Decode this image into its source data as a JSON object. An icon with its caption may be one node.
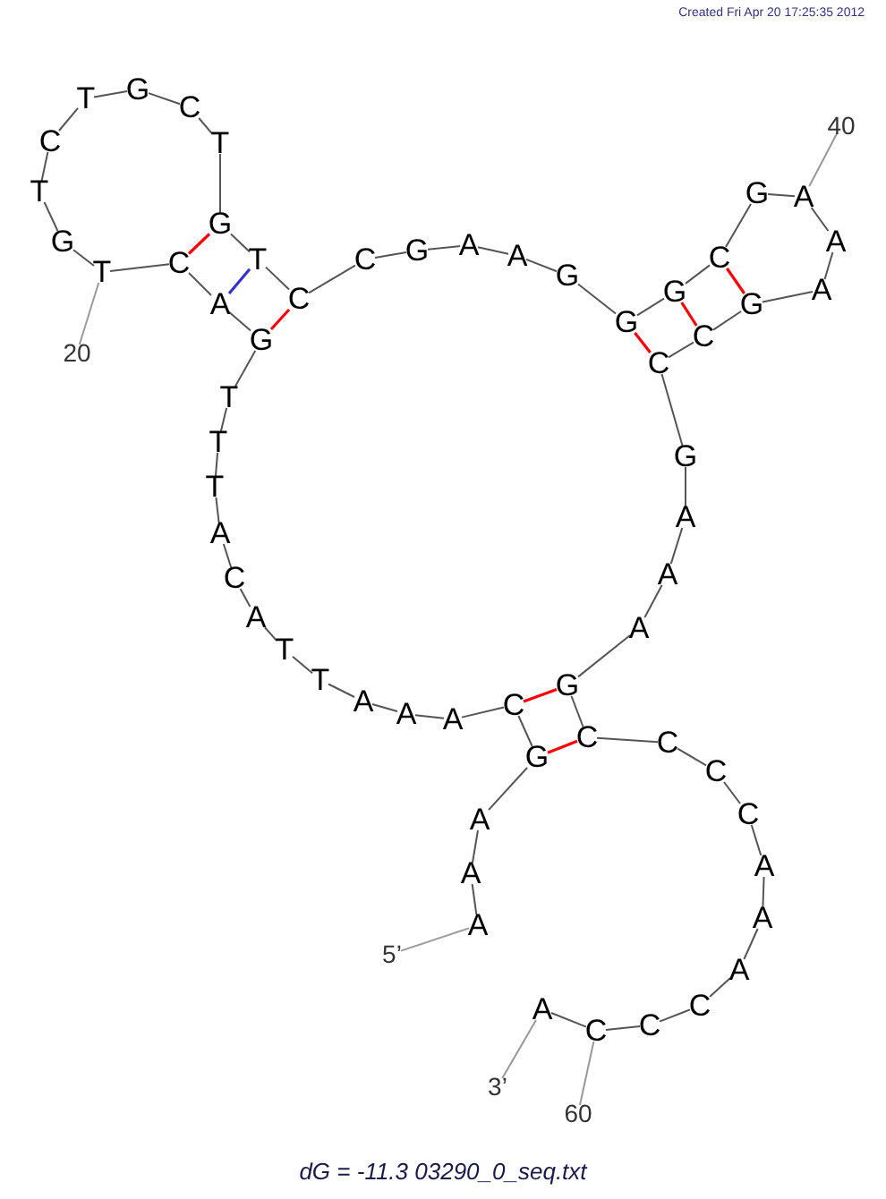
{
  "diagram": {
    "caption": "dG = -11.3 03290_0_seq.txt",
    "nodes": [
      {
        "text": [
          "A"
        ]
      },
      {
        "text": [
          "A"
        ]
      },
      {
        "text": [
          "A"
        ]
      },
      {
        "text": [
          "G"
        ]
      },
      {
        "text": [
          "C"
        ]
      },
      {
        "text": [
          "A"
        ]
      },
      {
        "text": [
          "A"
        ]
      },
      {
        "text": [
          "A"
        ]
      },
      {
        "text": [
          "T"
        ]
      },
      {
        "text": [
          "T"
        ]
      },
      {
        "text": [
          "A"
        ]
      },
      {
        "text": [
          "C"
        ]
      },
      {
        "text": [
          "A"
        ]
      },
      {
        "text": [
          "T"
        ]
      },
      {
        "text": [
          "T"
        ]
      },
      {
        "text": [
          "T"
        ]
      },
      {
        "text": [
          "G"
        ]
      },
      {
        "text": [
          "A"
        ]
      },
      {
        "text": [
          "C"
        ]
      },
      {
        "text": [
          "T"
        ]
      },
      {
        "text": [
          "G"
        ]
      },
      {
        "text": [
          "T"
        ]
      },
      {
        "text": [
          "C"
        ]
      },
      {
        "text": [
          "T"
        ]
      },
      {
        "text": [
          "G"
        ]
      },
      {
        "text": [
          "C"
        ]
      },
      {
        "text": [
          "T"
        ]
      },
      {
        "text": [
          "G"
        ]
      },
      {
        "text": [
          "T"
        ]
      },
      {
        "text": [
          "C"
        ]
      },
      {
        "text": [
          "C"
        ]
      },
      {
        "text": [
          "G"
        ]
      },
      {
        "text": [
          "A"
        ]
      },
      {
        "text": [
          "A"
        ]
      },
      {
        "text": [
          "G"
        ]
      },
      {
        "text": [
          "G"
        ]
      },
      {
        "text": [
          "G"
        ]
      },
      {
        "text": [
          "C"
        ]
      },
      {
        "text": [
          "G"
        ]
      },
      {
        "text": [
          "A"
        ]
      },
      {
        "text": [
          "A"
        ]
      },
      {
        "text": [
          "A"
        ]
      },
      {
        "text": [
          "G"
        ]
      },
      {
        "text": [
          "C"
        ]
      },
      {
        "text": [
          "C"
        ]
      },
      {
        "text": [
          "G"
        ]
      },
      {
        "text": [
          "A"
        ]
      },
      {
        "text": [
          "A"
        ]
      },
      {
        "text": [
          "A"
        ]
      },
      {
        "text": [
          "G"
        ]
      },
      {
        "text": [
          "C"
        ]
      },
      {
        "text": [
          "C"
        ]
      },
      {
        "text": [
          "C"
        ]
      },
      {
        "text": [
          "C"
        ]
      },
      {
        "text": [
          "A"
        ]
      },
      {
        "text": [
          "A"
        ]
      },
      {
        "text": [
          "A"
        ]
      },
      {
        "text": [
          "C"
        ]
      },
      {
        "text": [
          "C"
        ]
      },
      {
        "text": [
          "C"
        ]
      },
      {
        "text": [
          "A"
        ]
      },
      {
        "text": [
          "5’"
        ]
      },
      {
        "text": [
          "20"
        ]
      },
      {
        "text": [
          "40"
        ]
      },
      {
        "text": [
          "60"
        ]
      },
      {
        "text": [
          "3’"
        ]
      }
    ],
    "edges": [
      {
        "from": 0,
        "to": 1,
        "arrow": "none"
      },
      {
        "from": 1,
        "to": 2,
        "arrow": "none"
      },
      {
        "from": 2,
        "to": 3,
        "arrow": "none"
      },
      {
        "from": 3,
        "to": 4,
        "arrow": "none"
      },
      {
        "from": 4,
        "to": 5,
        "arrow": "none"
      },
      {
        "from": 5,
        "to": 6,
        "arrow": "none"
      },
      {
        "from": 6,
        "to": 7,
        "arrow": "none"
      },
      {
        "from": 7,
        "to": 8,
        "arrow": "none"
      },
      {
        "from": 8,
        "to": 9,
        "arrow": "none"
      },
      {
        "from": 9,
        "to": 10,
        "arrow": "none"
      },
      {
        "from": 10,
        "to": 11,
        "arrow": "none"
      },
      {
        "from": 11,
        "to": 12,
        "arrow": "none"
      },
      {
        "from": 12,
        "to": 13,
        "arrow": "none"
      },
      {
        "from": 13,
        "to": 14,
        "arrow": "none"
      },
      {
        "from": 14,
        "to": 15,
        "arrow": "none"
      },
      {
        "from": 15,
        "to": 16,
        "arrow": "none"
      },
      {
        "from": 16,
        "to": 17,
        "arrow": "none"
      },
      {
        "from": 17,
        "to": 18,
        "arrow": "none"
      },
      {
        "from": 18,
        "to": 19,
        "arrow": "none"
      },
      {
        "from": 19,
        "to": 20,
        "arrow": "none"
      },
      {
        "from": 20,
        "to": 21,
        "arrow": "none"
      },
      {
        "from": 21,
        "to": 22,
        "arrow": "none"
      },
      {
        "from": 22,
        "to": 23,
        "arrow": "none"
      },
      {
        "from": 23,
        "to": 24,
        "arrow": "none"
      },
      {
        "from": 24,
        "to": 25,
        "arrow": "none"
      },
      {
        "from": 25,
        "to": 26,
        "arrow": "none"
      },
      {
        "from": 26,
        "to": 27,
        "arrow": "none"
      },
      {
        "from": 27,
        "to": 28,
        "arrow": "none"
      },
      {
        "from": 28,
        "to": 29,
        "arrow": "none"
      },
      {
        "from": 29,
        "to": 30,
        "arrow": "none"
      },
      {
        "from": 30,
        "to": 31,
        "arrow": "none"
      },
      {
        "from": 31,
        "to": 32,
        "arrow": "none"
      },
      {
        "from": 32,
        "to": 33,
        "arrow": "none"
      },
      {
        "from": 33,
        "to": 34,
        "arrow": "none"
      },
      {
        "from": 34,
        "to": 35,
        "arrow": "none"
      },
      {
        "from": 35,
        "to": 36,
        "arrow": "none"
      },
      {
        "from": 36,
        "to": 37,
        "arrow": "none"
      },
      {
        "from": 37,
        "to": 38,
        "arrow": "none"
      },
      {
        "from": 38,
        "to": 39,
        "arrow": "none"
      },
      {
        "from": 39,
        "to": 40,
        "arrow": "none"
      },
      {
        "from": 40,
        "to": 41,
        "arrow": "none"
      },
      {
        "from": 41,
        "to": 42,
        "arrow": "none"
      },
      {
        "from": 42,
        "to": 43,
        "arrow": "none"
      },
      {
        "from": 43,
        "to": 44,
        "arrow": "none"
      },
      {
        "from": 44,
        "to": 45,
        "arrow": "none"
      },
      {
        "from": 45,
        "to": 46,
        "arrow": "none"
      },
      {
        "from": 46,
        "to": 47,
        "arrow": "none"
      },
      {
        "from": 47,
        "to": 48,
        "arrow": "none"
      },
      {
        "from": 48,
        "to": 49,
        "arrow": "none"
      },
      {
        "from": 49,
        "to": 50,
        "arrow": "none"
      },
      {
        "from": 50,
        "to": 51,
        "arrow": "none"
      },
      {
        "from": 51,
        "to": 52,
        "arrow": "none"
      },
      {
        "from": 52,
        "to": 53,
        "arrow": "none"
      },
      {
        "from": 53,
        "to": 54,
        "arrow": "none"
      },
      {
        "from": 54,
        "to": 55,
        "arrow": "none"
      },
      {
        "from": 55,
        "to": 56,
        "arrow": "none"
      },
      {
        "from": 56,
        "to": 57,
        "arrow": "none"
      },
      {
        "from": 57,
        "to": 58,
        "arrow": "none"
      },
      {
        "from": 58,
        "to": 59,
        "arrow": "none"
      },
      {
        "from": 59,
        "to": 60,
        "arrow": "none"
      },
      {
        "from": 3,
        "to": 50,
        "arrow": "none",
        "color": "#ff0000"
      },
      {
        "from": 4,
        "to": 49,
        "arrow": "none",
        "color": "#ff0000"
      },
      {
        "from": 16,
        "to": 29,
        "arrow": "none",
        "color": "#ff0000"
      },
      {
        "from": 17,
        "to": 28,
        "arrow": "none",
        "color": "#3333cc"
      },
      {
        "from": 18,
        "to": 27,
        "arrow": "none",
        "color": "#ff0000"
      },
      {
        "from": 35,
        "to": 44,
        "arrow": "none",
        "color": "#ff0000"
      },
      {
        "from": 36,
        "to": 43,
        "arrow": "none",
        "color": "#ff0000"
      },
      {
        "from": 37,
        "to": 42,
        "arrow": "none",
        "color": "#ff0000"
      },
      {
        "from": 61,
        "to": 0,
        "arrow": "none",
        "color": "#999999"
      },
      {
        "from": 62,
        "to": 19,
        "arrow": "none",
        "color": "#999999"
      },
      {
        "from": 63,
        "to": 39,
        "arrow": "none",
        "color": "#999999"
      },
      {
        "from": 64,
        "to": 59,
        "arrow": "none",
        "color": "#999999"
      },
      {
        "from": 65,
        "to": 60,
        "arrow": "none",
        "color": "#999999"
      }
    ],
    "labels": [
      "Created Fri Apr 20 17:25:35 2012"
    ]
  }
}
